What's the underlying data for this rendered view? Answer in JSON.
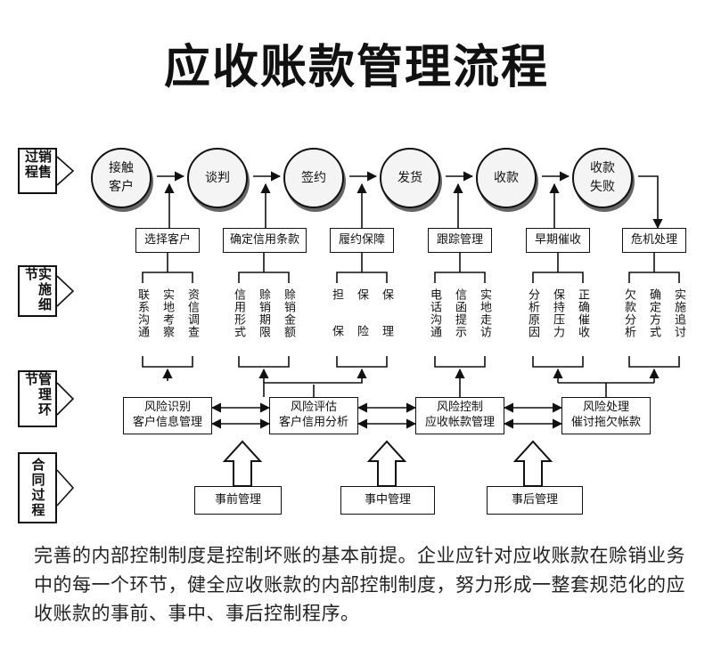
{
  "title": "应收账款管理流程",
  "side_labels": [
    "销售过程",
    "实施细节",
    "管理环节",
    "合同过程"
  ],
  "sales_steps": [
    {
      "label": "接触\n客户"
    },
    {
      "label": "谈判"
    },
    {
      "label": "签约"
    },
    {
      "label": "发货"
    },
    {
      "label": "收款"
    },
    {
      "label": "收款\n失败"
    }
  ],
  "stage_boxes": [
    "选择客户",
    "确定信用条款",
    "履约保障",
    "跟踪管理",
    "早期催收",
    "危机处理"
  ],
  "details": [
    [
      "联系沟通",
      "实地考察",
      "资信调查"
    ],
    [
      "信用形式",
      "赊销期限",
      "赊销金额"
    ],
    [
      "担保",
      "保险",
      "保理"
    ],
    [
      "电话沟通",
      "信函提示",
      "实地走访"
    ],
    [
      "分析原因",
      "保持压力",
      "正确催收"
    ],
    [
      "欠款分析",
      "确定方式",
      "实施追讨"
    ]
  ],
  "management": [
    {
      "line1": "风险识别",
      "line2": "客户信息管理"
    },
    {
      "line1": "风险评估",
      "line2": "客户信用分析"
    },
    {
      "line1": "风险控制",
      "line2": "应收帐款管理"
    },
    {
      "line1": "风险处理",
      "line2": "催讨拖欠帐款"
    }
  ],
  "contract": [
    "事前管理",
    "事中管理",
    "事后管理"
  ],
  "paragraph": "完善的内部控制制度是控制坏账的基本前提。企业应针对应收账款在赊销业务中的每一个环节，健全应收账款的内部控制制度，努力形成一整套规范化的应收账款的事前、事中、事后控制程序。"
}
